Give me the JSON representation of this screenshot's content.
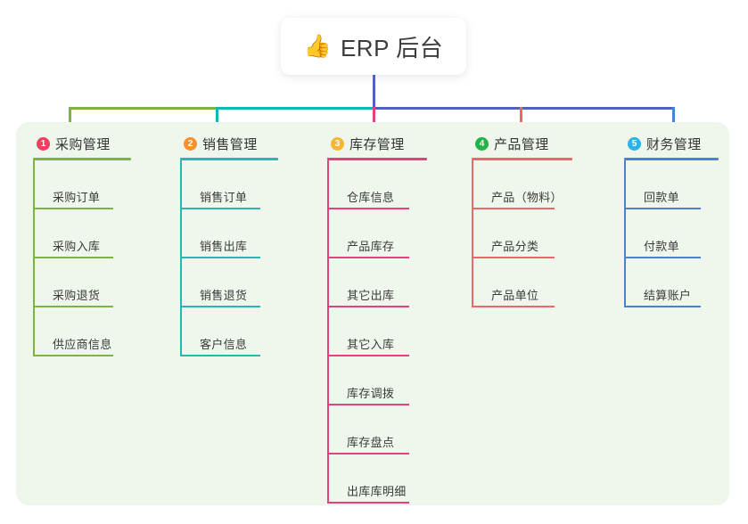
{
  "header": {
    "icon": "thumbs-up-icon",
    "icon_glyph": "👍",
    "title": "ERP 后台"
  },
  "panel": {
    "background_color": "#eff7ec"
  },
  "connectors": {
    "stem_color": "#4f62c0",
    "bus_left_color": "#7cb342",
    "bus_mid_color": "#0fb9b1",
    "bus_right_color": "#4f62c0",
    "drops": [
      {
        "column": 1,
        "color": "#7cb342"
      },
      {
        "column": 2,
        "color": "#0fb9b1"
      },
      {
        "column": 3,
        "color": "#e5417f"
      },
      {
        "column": 4,
        "color": "#f1656a"
      },
      {
        "column": 5,
        "color": "#4f7fd4"
      }
    ]
  },
  "columns": [
    {
      "number": "1",
      "title": "采购管理",
      "badge_color": "#ef4060",
      "accent_color": "#7cb342",
      "items": [
        {
          "label": "采购订单"
        },
        {
          "label": "采购入库"
        },
        {
          "label": "采购退货"
        },
        {
          "label": "供应商信息"
        }
      ]
    },
    {
      "number": "2",
      "title": "销售管理",
      "badge_color": "#f5922e",
      "accent_color": "#27b7ae",
      "items": [
        {
          "label": "销售订单"
        },
        {
          "label": "销售出库"
        },
        {
          "label": "销售退货"
        },
        {
          "label": "客户信息"
        }
      ]
    },
    {
      "number": "3",
      "title": "库存管理",
      "badge_color": "#f7b731",
      "accent_color": "#e5417f",
      "items": [
        {
          "label": "仓库信息"
        },
        {
          "label": "产品库存"
        },
        {
          "label": "其它出库"
        },
        {
          "label": "其它入库"
        },
        {
          "label": "库存调拨"
        },
        {
          "label": "库存盘点"
        },
        {
          "label": "出库库明细"
        }
      ]
    },
    {
      "number": "4",
      "title": "产品管理",
      "badge_color": "#22b34b",
      "accent_color": "#f1656a",
      "items": [
        {
          "label": "产品（物料）"
        },
        {
          "label": "产品分类"
        },
        {
          "label": "产品单位"
        }
      ]
    },
    {
      "number": "5",
      "title": "财务管理",
      "badge_color": "#2ab4e8",
      "accent_color": "#4f7fd4",
      "items": [
        {
          "label": "回款单"
        },
        {
          "label": "付款单"
        },
        {
          "label": "结算账户"
        }
      ]
    }
  ]
}
